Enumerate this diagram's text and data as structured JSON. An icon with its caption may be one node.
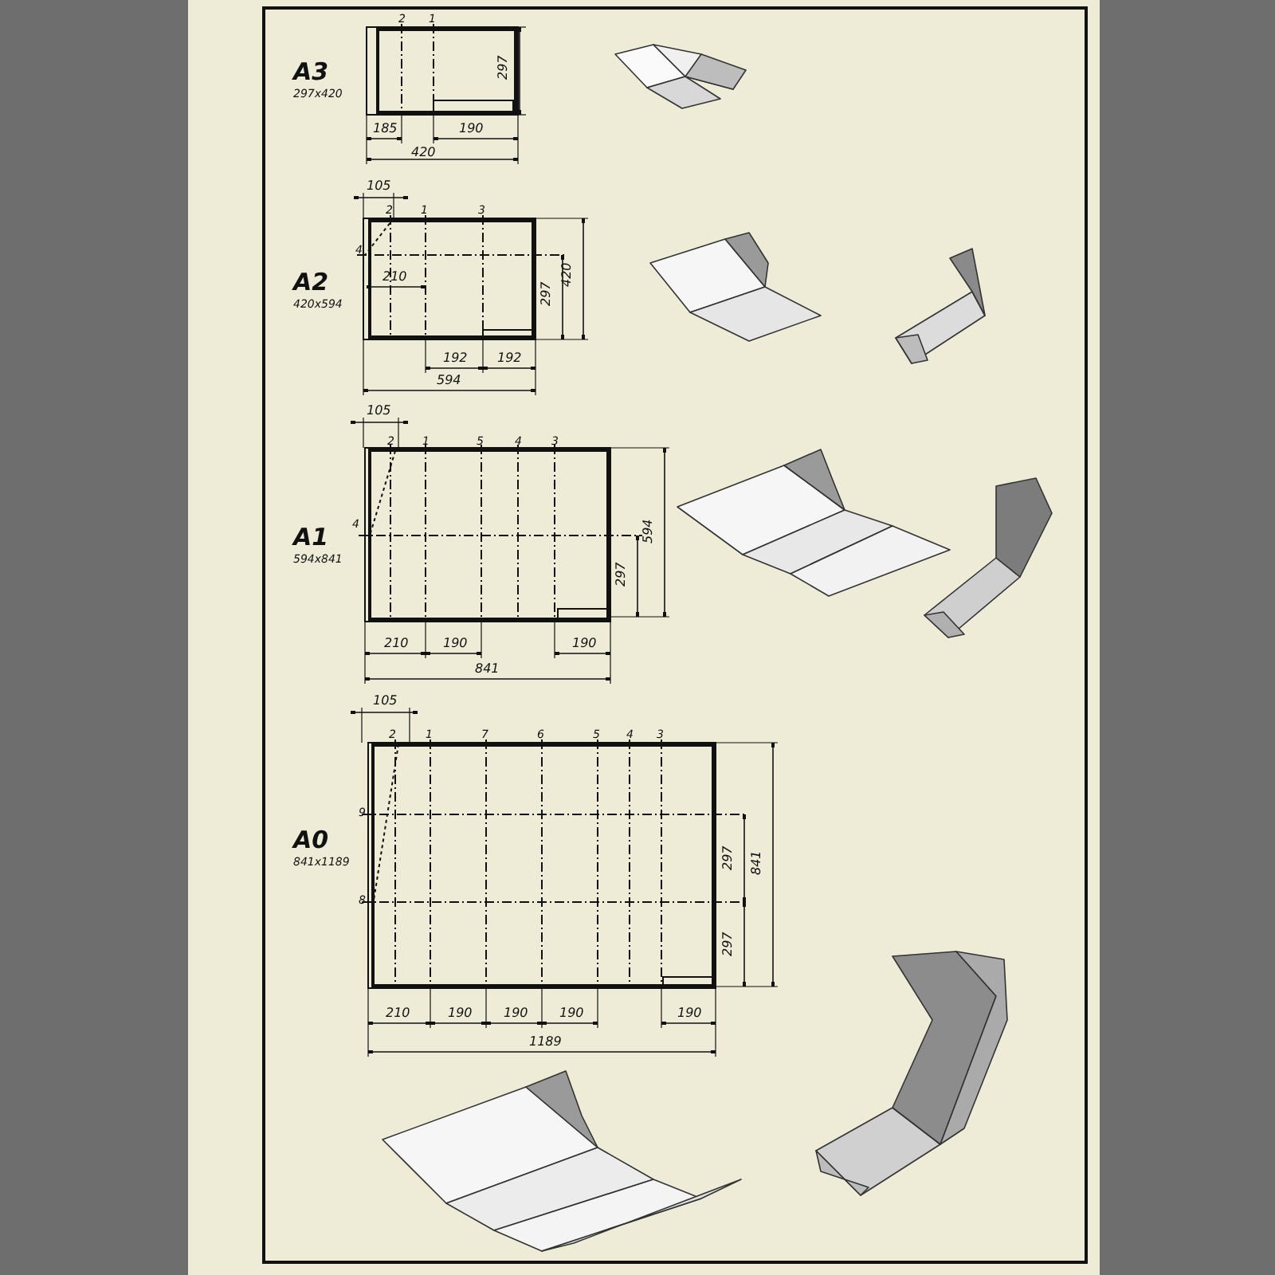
{
  "diagram": {
    "labels": [
      "A3",
      "297x420",
      "2",
      "1",
      "297",
      "185",
      "190",
      "420",
      "105",
      "A2",
      "420x594",
      "2",
      "1",
      "3",
      "4",
      "210",
      "297",
      "420",
      "192",
      "192",
      "594",
      "105",
      "2",
      "1",
      "5",
      "4",
      "3",
      "A1",
      "594x841",
      "4",
      "297",
      "594",
      "210",
      "190",
      "190",
      "841",
      "105",
      "2",
      "1",
      "7",
      "6",
      "5",
      "4",
      "3",
      "A0",
      "841x1189",
      "9",
      "8",
      "297",
      "297",
      "841",
      "210",
      "190",
      "190",
      "190",
      "190",
      "1189"
    ]
  }
}
